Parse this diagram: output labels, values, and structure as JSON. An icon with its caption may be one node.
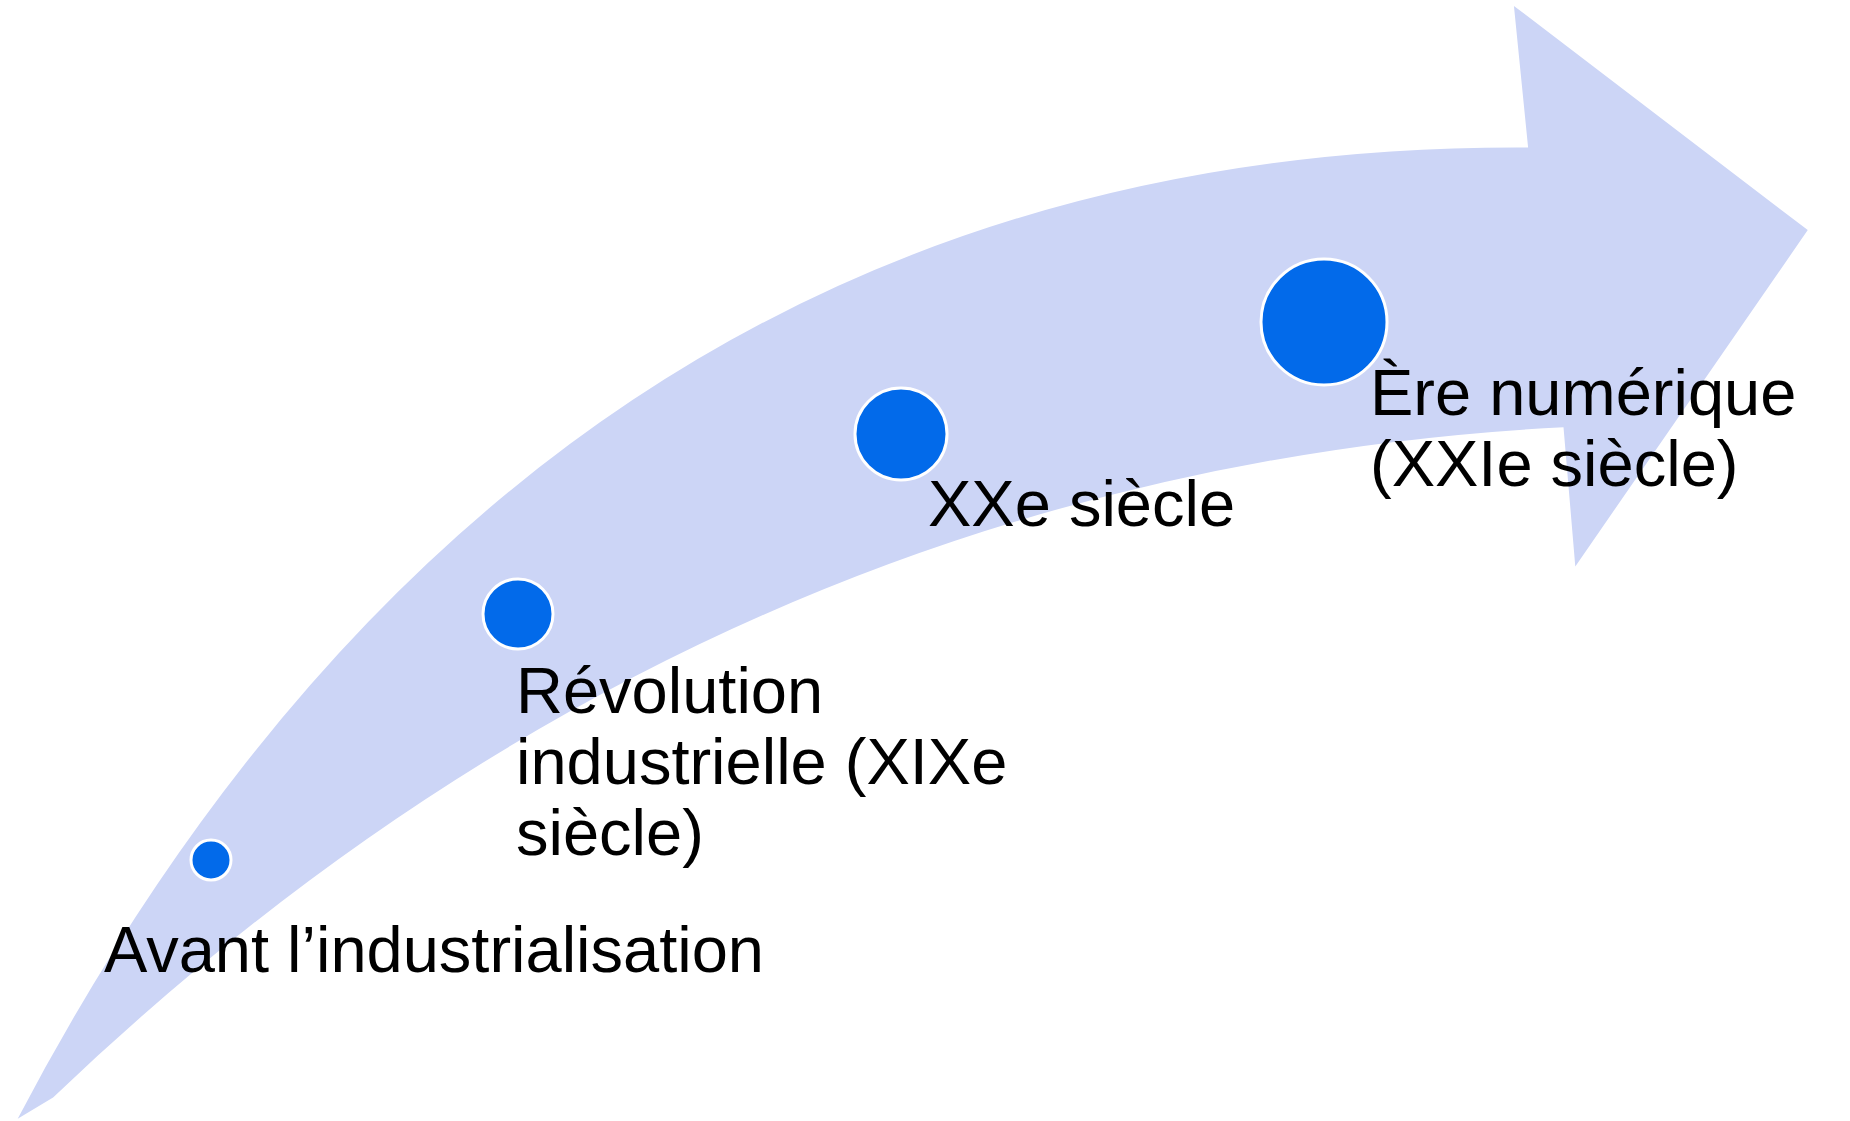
{
  "diagram": {
    "nodes": [
      {
        "text": [
          "Avant l’industrialisation"
        ]
      },
      {
        "text": [
          "Révolution industrielle (XIXe siècle)"
        ]
      },
      {
        "text": [
          "XXe siècle"
        ]
      },
      {
        "text": [
          "Ère numérique (XXIe siècle)"
        ]
      }
    ]
  }
}
